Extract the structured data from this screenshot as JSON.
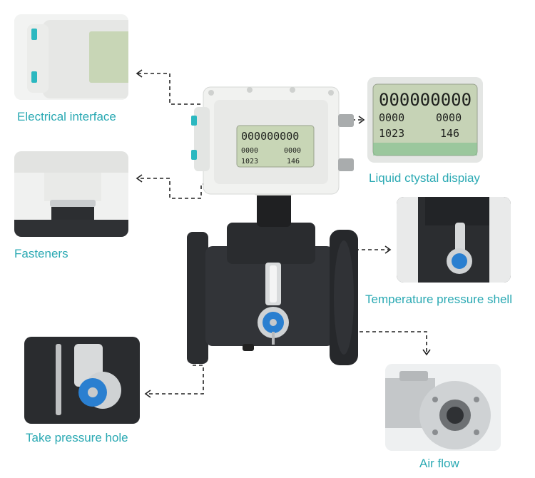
{
  "labels": {
    "electrical_interface": "Electrical interface",
    "fasteners": "Fasteners",
    "take_pressure_hole": "Take pressure hole",
    "liquid_crystal_display": "Liquid ctystal dispiay",
    "temperature_pressure_shell": "Temperature pressure shell",
    "air_flow": "Air flow"
  },
  "lcd": {
    "top_row": "000000000",
    "mid_left": "0000",
    "mid_right": "0000",
    "bottom_left": "1023",
    "bottom_right": "146"
  },
  "colors": {
    "label_teal": "#2aa9b3",
    "meter_body": "#2b2d30",
    "housing_white": "#f1f2f0",
    "lcd_green": "#c8d6b6",
    "accent_blue": "#2a7fd0"
  }
}
